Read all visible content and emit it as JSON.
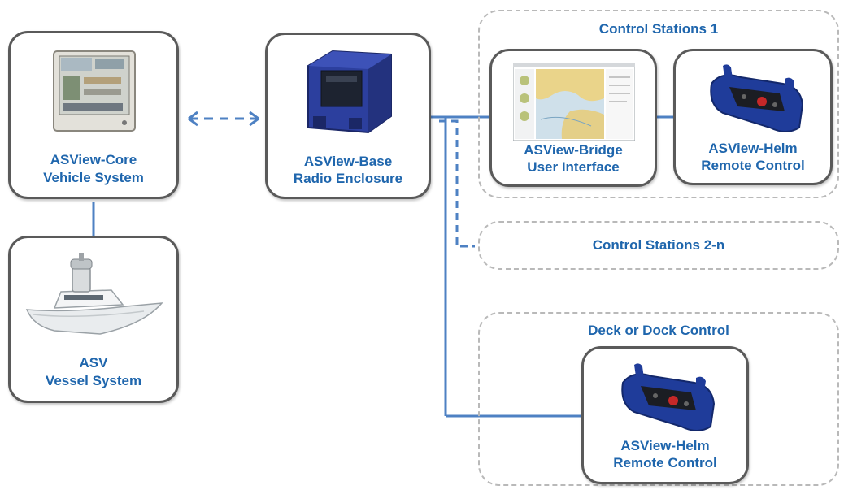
{
  "colors": {
    "link": "#4e81c3",
    "label": "#1f66ad",
    "node_border": "#5a5a5a",
    "group_border": "#b9b9b9"
  },
  "groups": {
    "control_stations_1": "Control Stations 1",
    "control_stations_2n": "Control Stations 2-n",
    "deck_dock": "Deck or Dock Control"
  },
  "nodes": {
    "core": {
      "line1": "ASView-Core",
      "line2": "Vehicle System",
      "icon": "control-cabinet-icon"
    },
    "vessel": {
      "line1": "ASV",
      "line2": "Vessel System",
      "icon": "vessel-icon"
    },
    "base": {
      "line1": "ASView-Base",
      "line2": "Radio Enclosure",
      "icon": "radio-enclosure-icon"
    },
    "bridge": {
      "line1": "ASView-Bridge",
      "line2": "User Interface",
      "icon": "chart-display-icon"
    },
    "helm1": {
      "line1": "ASView-Helm",
      "line2": "Remote Control",
      "icon": "remote-control-icon"
    },
    "helm2": {
      "line1": "ASView-Helm",
      "line2": "Remote Control",
      "icon": "remote-control-icon"
    }
  }
}
